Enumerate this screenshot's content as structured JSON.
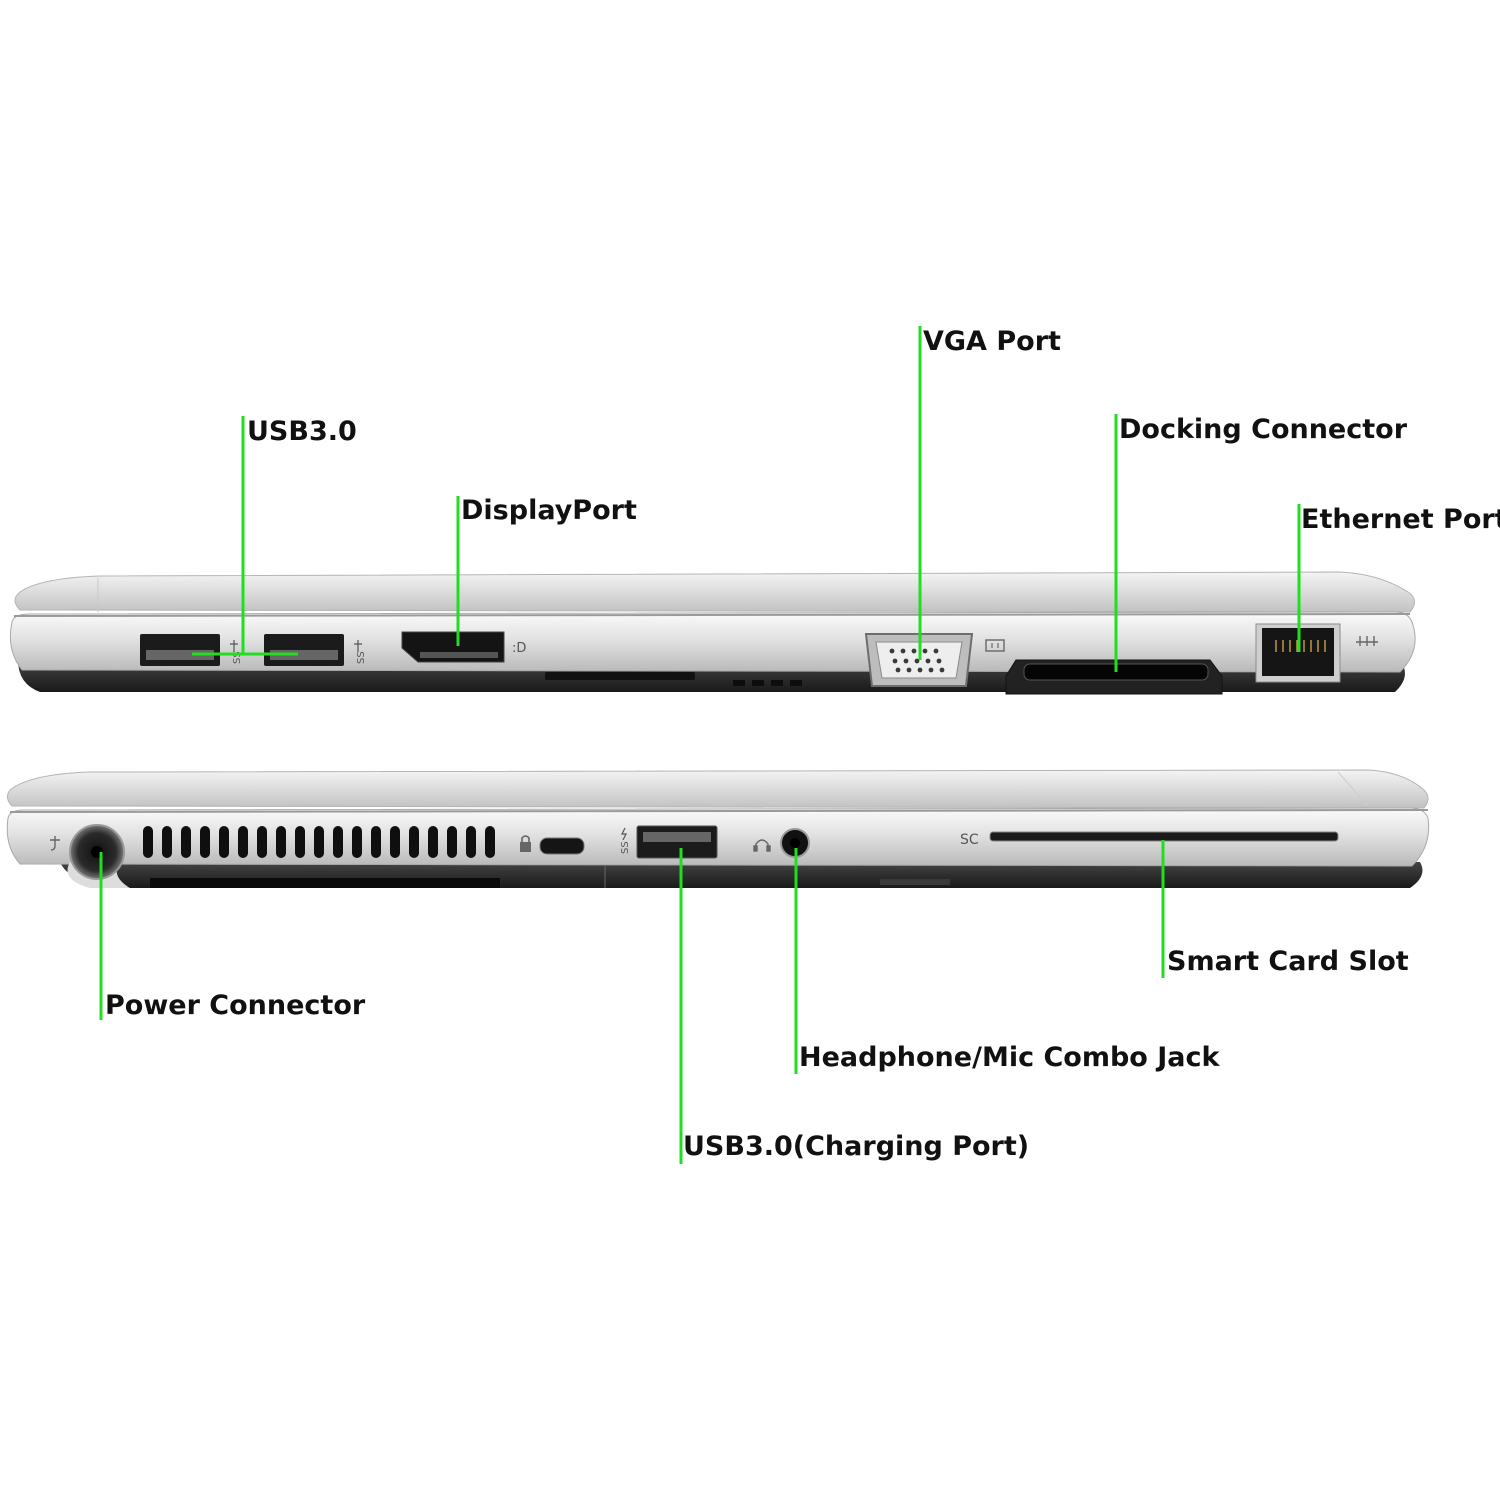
{
  "labels": {
    "usb_top": "USB3.0",
    "displayport": "DisplayPort",
    "vga": "VGA Port",
    "docking": "Docking Connector",
    "ethernet": "Ethernet Port",
    "power": "Power Connector",
    "usb_charging": "USB3.0(Charging Port)",
    "headphone": "Headphone/Mic Combo Jack",
    "smartcard": "Smart Card Slot"
  },
  "port_markings": {
    "smartcard_sc": "SC"
  },
  "colors": {
    "leader_line": "#22dd22",
    "label_text": "#111111",
    "chassis_silver": "#d9d9d9",
    "chassis_dark": "#2b2b2b"
  },
  "icons": [
    "usb-ss-icon",
    "displayport-icon",
    "vga-icon",
    "ethernet-icon",
    "power-icon",
    "lock-icon",
    "usb-charge-icon",
    "headphone-icon"
  ]
}
